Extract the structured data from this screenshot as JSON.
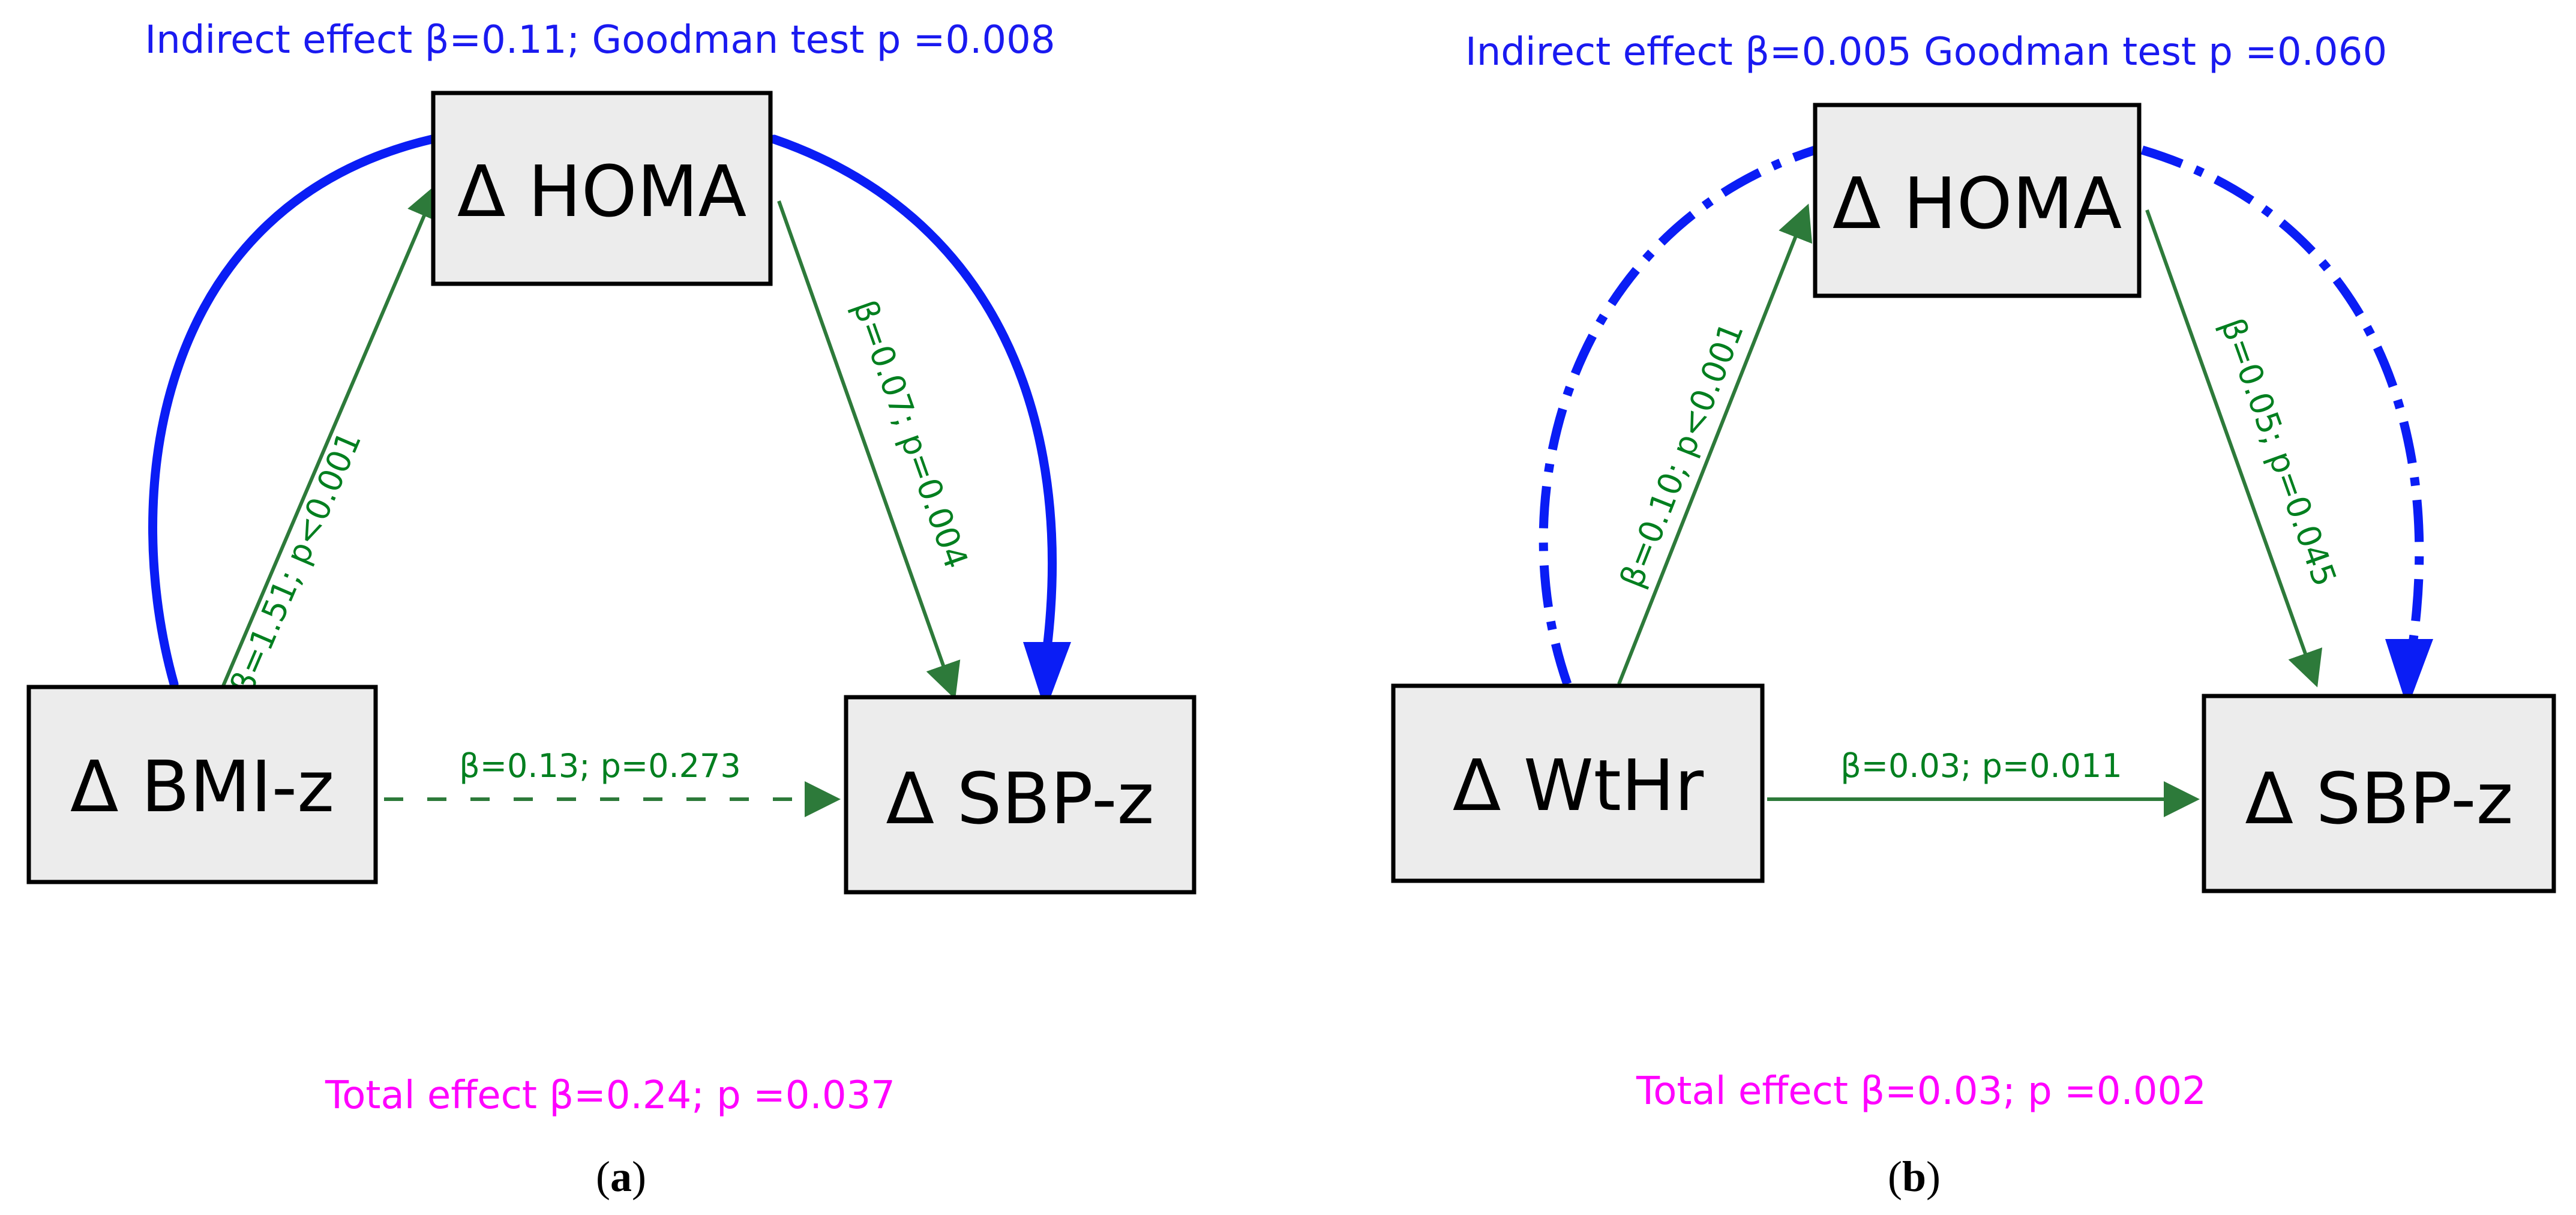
{
  "colors": {
    "indirect_text": "#1a1af0",
    "total_text": "#ff00ff",
    "path_text": "#007f1f",
    "path_line": "#2d7a3a",
    "mediation_arrow": "#0a1df5",
    "node_fill": "#ececec"
  },
  "panel_a": {
    "indirect_label": "Indirect effect β=0.11; Goodman test p =0.008",
    "total_label": "Total effect β=0.24; p =0.037",
    "panel_letter": "a",
    "nodes": {
      "mediator": "Δ HOMA",
      "exposure": "Δ BMI-z",
      "outcome": "Δ SBP-z"
    },
    "paths": {
      "a_path": "β=1.51; p<0.001",
      "b_path": "β=0.07; p=0.004",
      "c_prime_path": "β=0.13;  p=0.273"
    },
    "mediation_style": "solid",
    "direct_style": "dashed"
  },
  "panel_b": {
    "indirect_label": "Indirect effect β=0.005 Goodman test p =0.060",
    "total_label": "Total effect β=0.03; p =0.002",
    "panel_letter": "b",
    "nodes": {
      "mediator": "Δ HOMA",
      "exposure": "Δ WtHr",
      "outcome": "Δ SBP-z"
    },
    "paths": {
      "a_path": "β=0.10; p<0.001",
      "b_path": "β=0.05; p=0.045",
      "c_prime_path": "β=0.03;  p=0.011"
    },
    "mediation_style": "dash-dot",
    "direct_style": "solid"
  }
}
